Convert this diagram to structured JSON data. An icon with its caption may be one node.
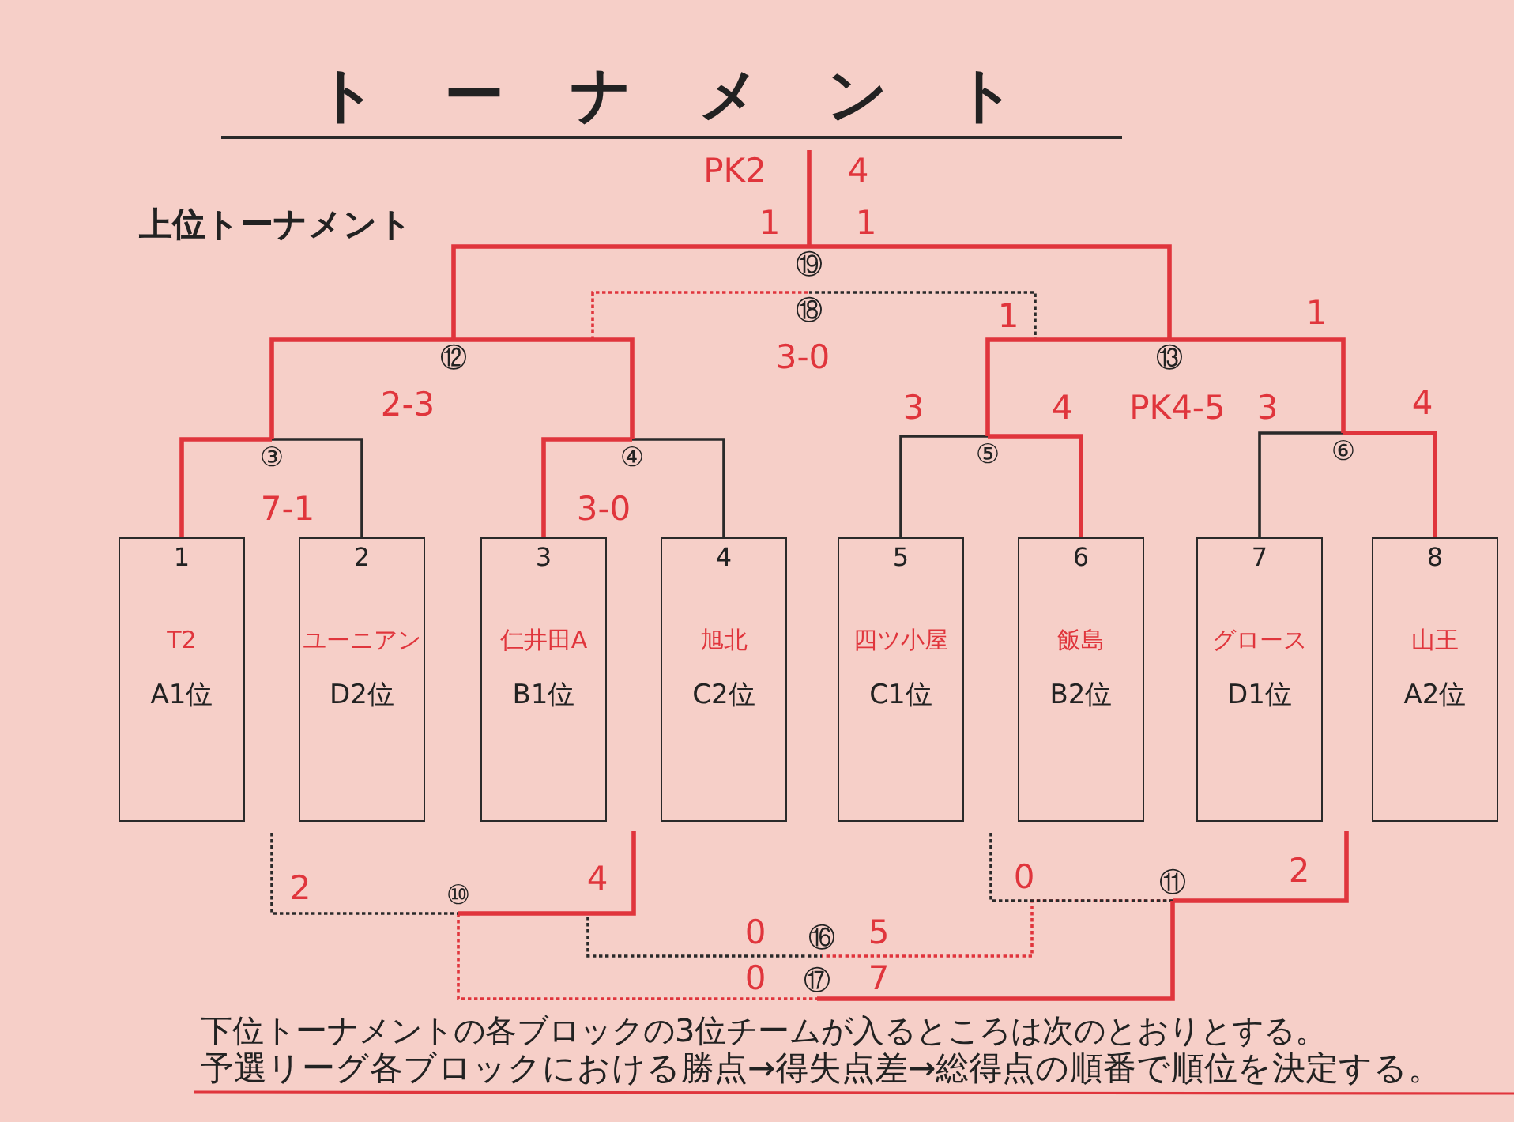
{
  "diagram": {
    "title": "トーナメント",
    "nodes": [
      {
        "text": [
          "⑲"
        ],
        "beside": [
          "PK2",
          "4",
          "1",
          "1"
        ]
      },
      {
        "text": [
          "⑱"
        ],
        "beside": [
          "3-0"
        ]
      },
      {
        "text": [
          "⑫"
        ],
        "beside": [
          "2-3"
        ]
      },
      {
        "text": [
          "⑬"
        ],
        "beside": [
          "PK4-5"
        ]
      },
      {
        "text": [
          "③"
        ],
        "beside": [
          "7-1"
        ]
      },
      {
        "text": [
          "④"
        ],
        "beside": [
          "3-0"
        ]
      },
      {
        "text": [
          "⑤"
        ]
      },
      {
        "text": [
          "⑥"
        ]
      },
      {
        "text": [
          "1",
          "T2",
          "A1位"
        ]
      },
      {
        "text": [
          "2",
          "ユーニアン",
          "D2位"
        ]
      },
      {
        "text": [
          "3",
          "仁井田A",
          "B1位"
        ]
      },
      {
        "text": [
          "4",
          "旭北",
          "C2位"
        ]
      },
      {
        "text": [
          "5",
          "四ツ小屋",
          "C1位"
        ]
      },
      {
        "text": [
          "6",
          "飯島",
          "B2位"
        ]
      },
      {
        "text": [
          "7",
          "グロース",
          "D1位"
        ]
      },
      {
        "text": [
          "8",
          "山王",
          "A2位"
        ]
      },
      {
        "text": [
          "⑩"
        ]
      },
      {
        "text": [
          "⑪"
        ]
      },
      {
        "text": [
          "⑯"
        ],
        "beside": [
          "0",
          "5"
        ]
      },
      {
        "text": [
          "⑰"
        ],
        "beside": [
          "0",
          "7"
        ]
      }
    ],
    "edges": [
      {
        "from": 8,
        "to": 4,
        "arrow": "none"
      },
      {
        "from": 9,
        "to": 4,
        "arrow": "none",
        "color": "#2a2a2a"
      },
      {
        "from": 10,
        "to": 5,
        "arrow": "none"
      },
      {
        "from": 11,
        "to": 5,
        "arrow": "none",
        "color": "#2a2a2a"
      },
      {
        "from": 12,
        "to": 6,
        "arrow": "none",
        "label": "3",
        "color": "#2a2a2a"
      },
      {
        "from": 13,
        "to": 6,
        "arrow": "none",
        "label": "4"
      },
      {
        "from": 14,
        "to": 7,
        "arrow": "none",
        "label": "3",
        "color": "#2a2a2a"
      },
      {
        "from": 15,
        "to": 7,
        "arrow": "none",
        "label": "4"
      },
      {
        "from": 4,
        "to": 2,
        "arrow": "none"
      },
      {
        "from": 5,
        "to": 2,
        "arrow": "none"
      },
      {
        "from": 6,
        "to": 3,
        "arrow": "none",
        "label": "1"
      },
      {
        "from": 7,
        "to": 3,
        "arrow": "none",
        "label": "1"
      },
      {
        "from": 2,
        "to": 0,
        "arrow": "none"
      },
      {
        "from": 3,
        "to": 0,
        "arrow": "none"
      },
      {
        "from": 0,
        "to": null,
        "arrow": "none"
      },
      {
        "from": 2,
        "to": 1,
        "arrow": "none",
        "style": "dashed"
      },
      {
        "from": 3,
        "to": 1,
        "arrow": "none",
        "style": "dashed",
        "color": "#2a2a2a"
      },
      {
        "from": null,
        "to": 16,
        "arrow": "none",
        "label": "2",
        "style": "dashed",
        "color": "#2a2a2a"
      },
      {
        "from": null,
        "to": 16,
        "arrow": "none",
        "label": "4"
      },
      {
        "from": null,
        "to": 17,
        "arrow": "none",
        "label": "0",
        "style": "dashed",
        "color": "#2a2a2a"
      },
      {
        "from": null,
        "to": 17,
        "arrow": "none",
        "label": "2"
      },
      {
        "from": 16,
        "to": 18,
        "arrow": "none",
        "style": "dashed",
        "color": "#2a2a2a"
      },
      {
        "from": 17,
        "to": 18,
        "arrow": "none",
        "style": "dashed"
      },
      {
        "from": 16,
        "to": 19,
        "arrow": "none",
        "style": "dashed"
      },
      {
        "from": 17,
        "to": 19,
        "arrow": "none"
      }
    ],
    "labels": [
      "上位トーナメント",
      "下位トーナメントの各ブロックの3位チームが入るところは次のとおりとする。",
      "予選リーグ各ブロックにおける勝点→得失点差→総得点の順番で順位を決定する。"
    ]
  }
}
